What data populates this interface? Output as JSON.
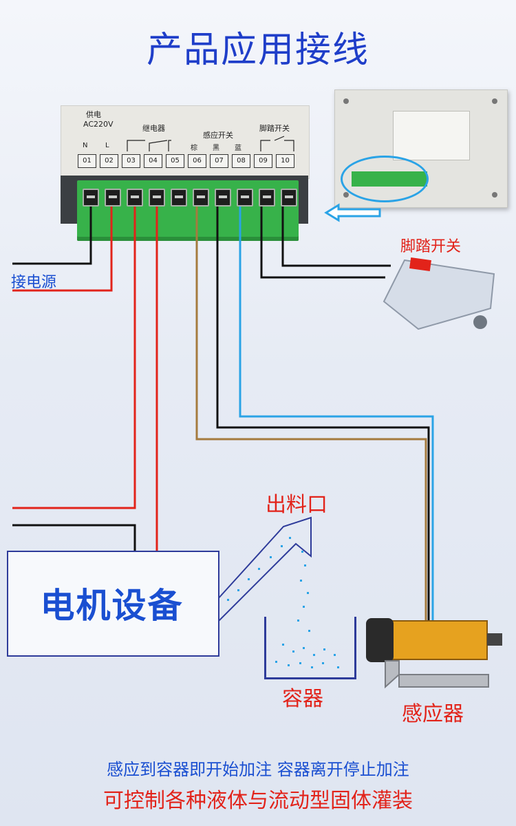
{
  "title": "产品应用接线",
  "terminal": {
    "group_power_label": "供电",
    "group_power_voltage": "AC220V",
    "group_relay_label": "继电器",
    "group_sensor_label": "感应开关",
    "group_pedal_label": "脚踏开关",
    "pin_top_labels": [
      "N",
      "L",
      "",
      "",
      "",
      "棕",
      "黑",
      "蓝",
      "",
      ""
    ],
    "pins": [
      "01",
      "02",
      "03",
      "04",
      "05",
      "06",
      "07",
      "08",
      "09",
      "10"
    ]
  },
  "labels": {
    "power_source": "接电源",
    "foot_switch": "脚踏开关",
    "outlet": "出料口",
    "motor_device": "电机设备",
    "container": "容器",
    "sensor": "感应器"
  },
  "footer": {
    "line1": "感应到容器即开始加注 容器离开停止加注",
    "line2": "可控制各种液体与流动型固体灌装"
  },
  "colors": {
    "title_blue": "#1f3ec9",
    "label_blue": "#1a4fd1",
    "label_red": "#e2231a",
    "wire_red": "#e2231a",
    "wire_black": "#111111",
    "wire_brown": "#a57b3e",
    "wire_blue": "#2aa3e6",
    "terminal_green": "#37b24a"
  }
}
